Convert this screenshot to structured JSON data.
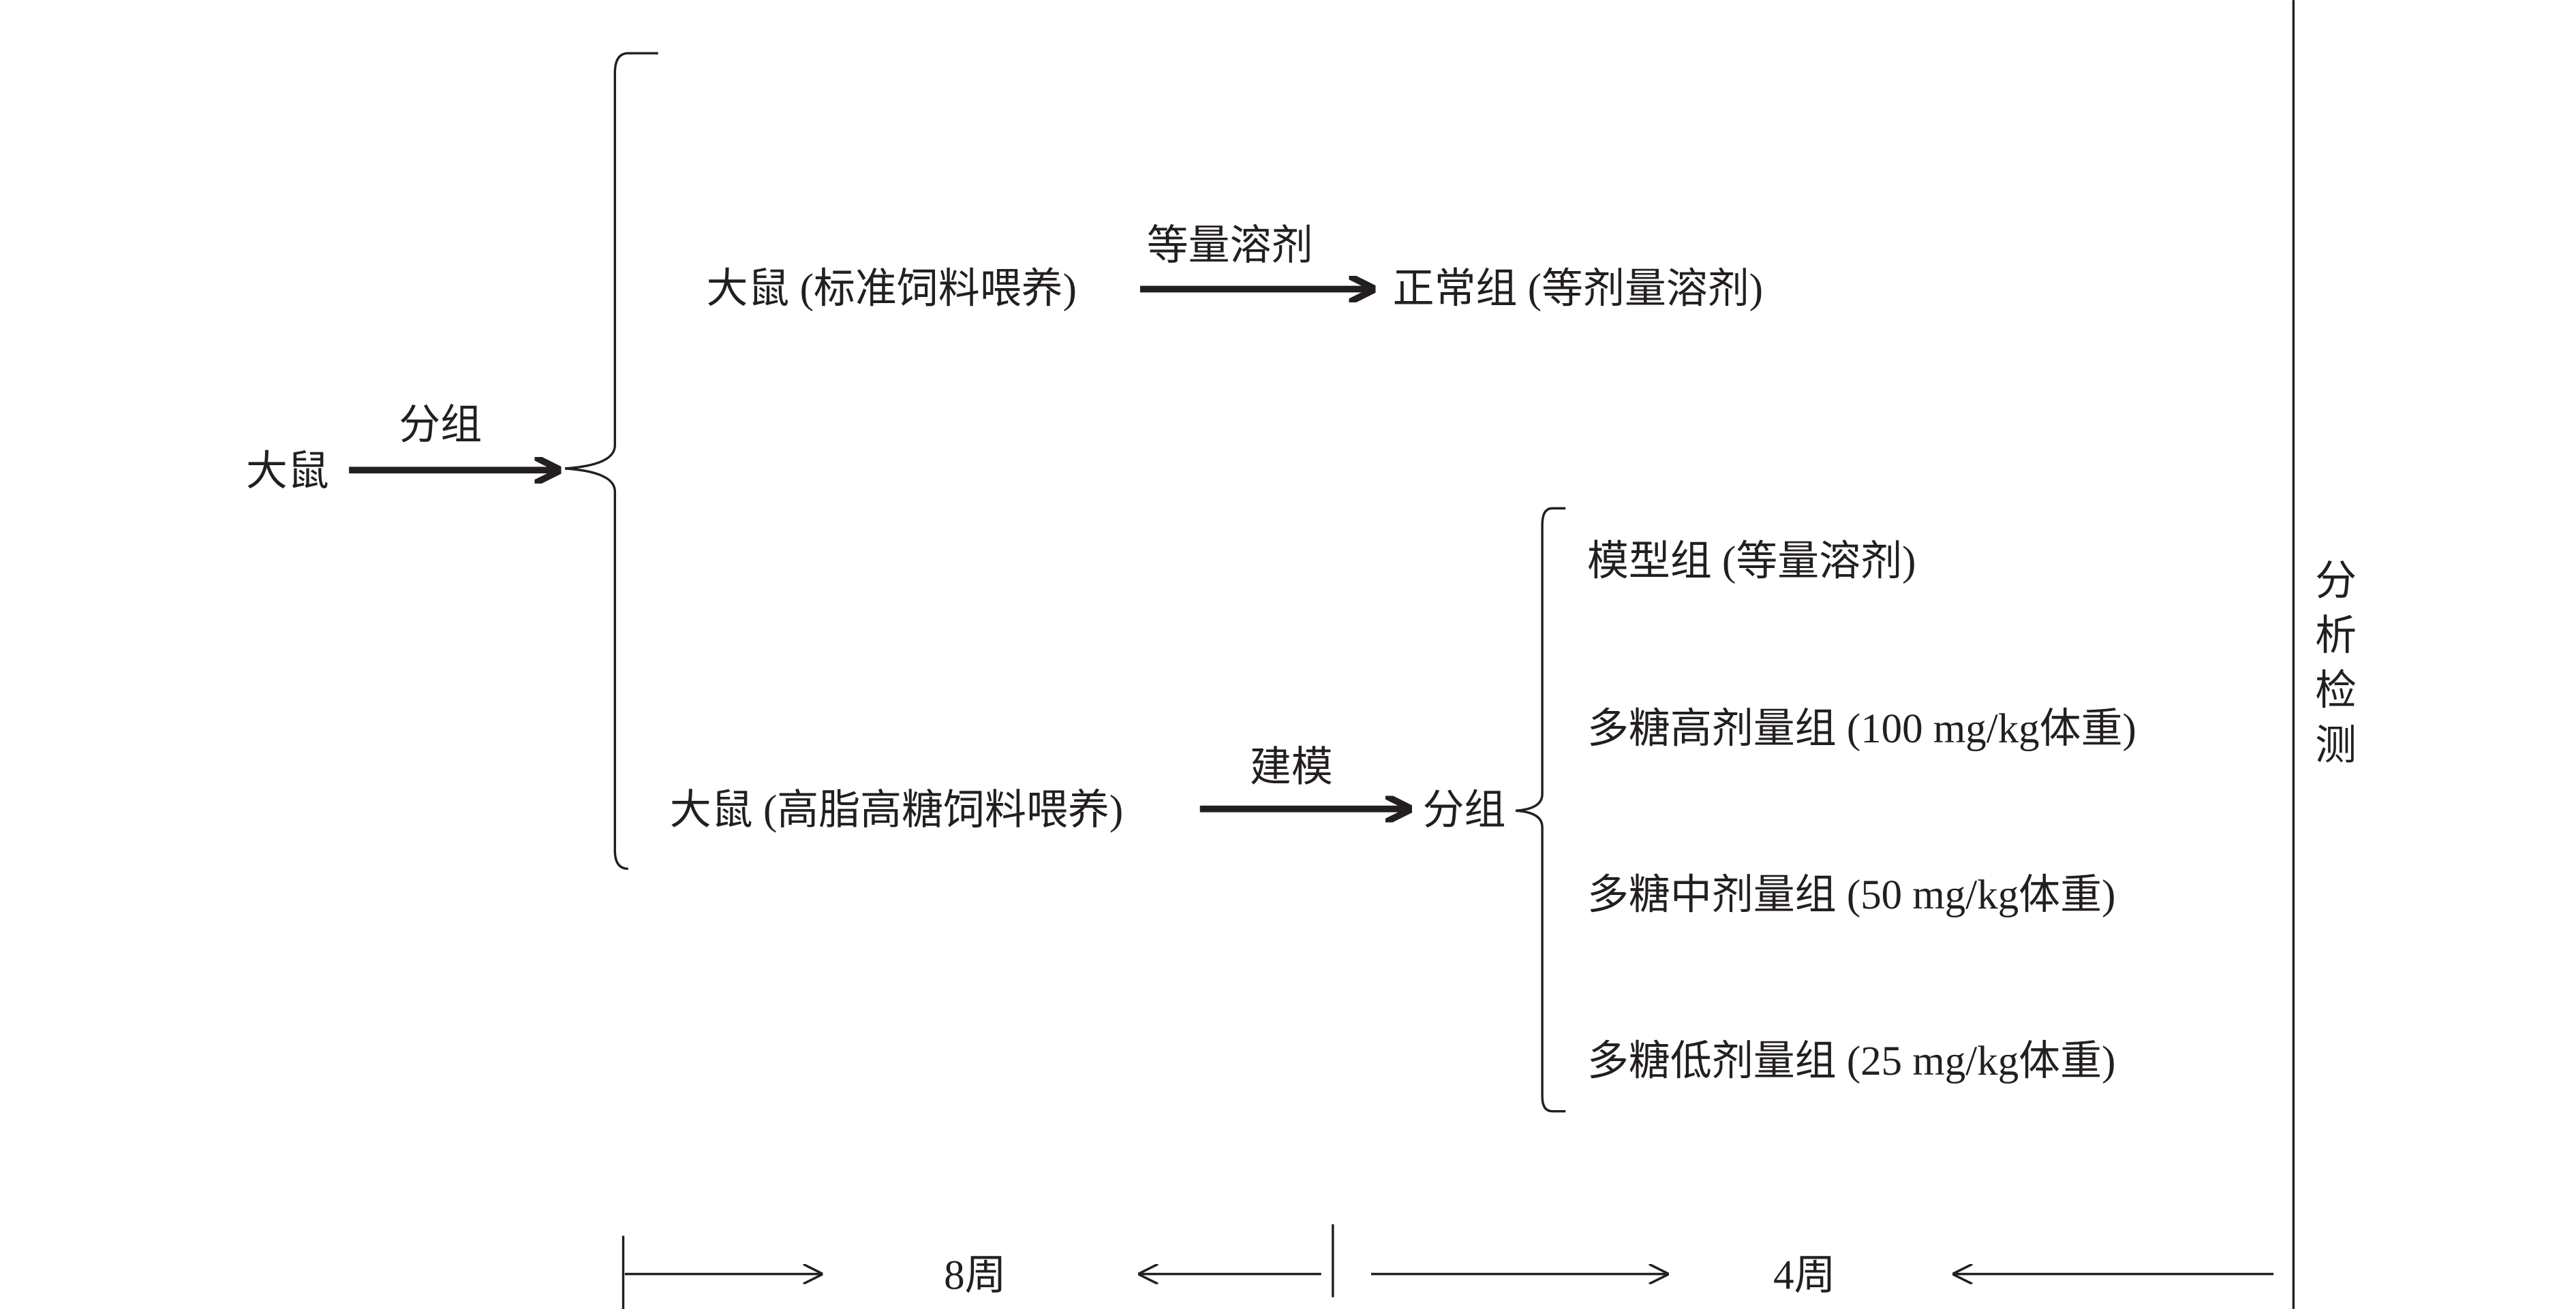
{
  "root": {
    "label": "大鼠",
    "arrow_label": "分组"
  },
  "branch_normal": {
    "source": "大鼠 (标准饲料喂养)",
    "arrow_label": "等量溶剂",
    "target": "正常组 (等剂量溶剂)"
  },
  "branch_model": {
    "source": "大鼠 (高脂高糖饲料喂养)",
    "arrow_label": "建模",
    "target": "分组"
  },
  "groups": [
    "模型组 (等量溶剂)",
    "多糖高剂量组 (100 mg/kg体重)",
    "多糖中剂量组 (50 mg/kg体重)",
    "多糖低剂量组 (25 mg/kg体重)"
  ],
  "analysis": [
    "分",
    "析",
    "检",
    "测"
  ],
  "timeline": {
    "phase1": "8周",
    "phase2": "4周"
  }
}
